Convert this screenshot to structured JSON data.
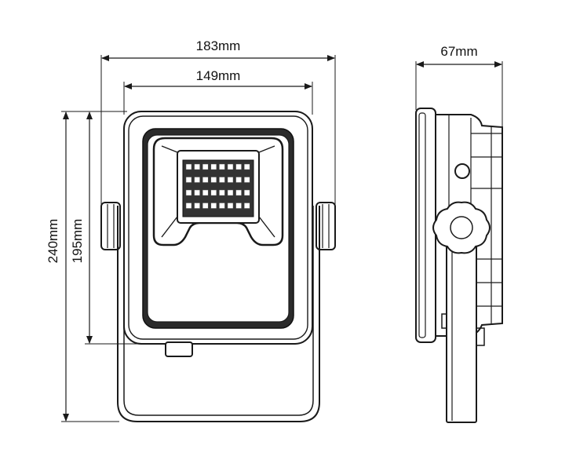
{
  "dimensions": {
    "overall_width": "183mm",
    "lens_width": "149mm",
    "depth": "67mm",
    "overall_height": "240mm",
    "body_height": "195mm"
  },
  "colors": {
    "line": "#1a1a1a",
    "background": "#ffffff"
  }
}
